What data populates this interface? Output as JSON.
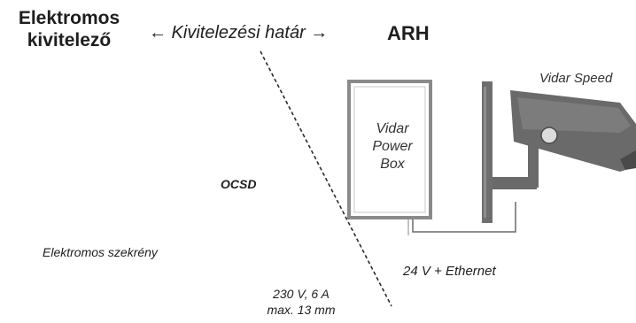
{
  "headings": {
    "left_line1": "Elektromos",
    "left_line2": "kivitelező",
    "boundary": "← Kivitelezési határ →",
    "right": "ARH"
  },
  "labels": {
    "product": "Vidar Speed",
    "box_line1": "Vidar",
    "box_line2": "Power",
    "box_line3": "Box",
    "ocsd": "OCSD",
    "cabinet": "Elektromos szekrény",
    "power_line1": "230 V, 6 A",
    "power_line2": "max. 13 mm",
    "cable": "24 V + Ethernet"
  },
  "colors": {
    "ink": "#1e1e1e",
    "box_border": "#8a8a8a",
    "pole_fill": "#6e6e6e",
    "camera_fill": "#6a6a6a",
    "lens_fill": "#dcdcdc",
    "cable_line": "#6a6a6a"
  },
  "icons": {
    "camera": "speed-camera-icon",
    "pole": "mounting-pole-icon"
  }
}
